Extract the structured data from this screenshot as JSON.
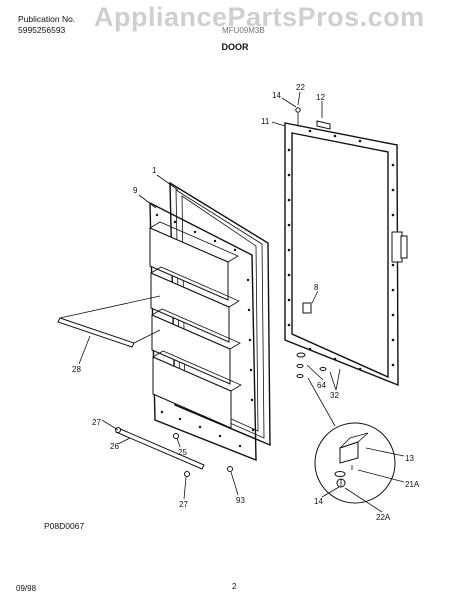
{
  "header": {
    "publication_label": "Publication No.",
    "publication_number": "5995256593",
    "section_title": "DOOR",
    "model_label": "MFU09M3B"
  },
  "watermark": "AppliancePartsPros.com",
  "callouts": {
    "c1": "1",
    "c9": "9",
    "c11": "11",
    "c12": "12",
    "c14a": "14",
    "c22a": "22",
    "c8": "8",
    "c28": "28",
    "c64": "64",
    "c32": "32",
    "c27a": "27",
    "c26": "26",
    "c25": "25",
    "c27b": "27",
    "c93": "93",
    "c13": "13",
    "c21A": "21A",
    "c14b": "14",
    "c22A": "22A"
  },
  "footer": {
    "figure_number": "P08D0067",
    "date": "09/98",
    "page": "2"
  }
}
